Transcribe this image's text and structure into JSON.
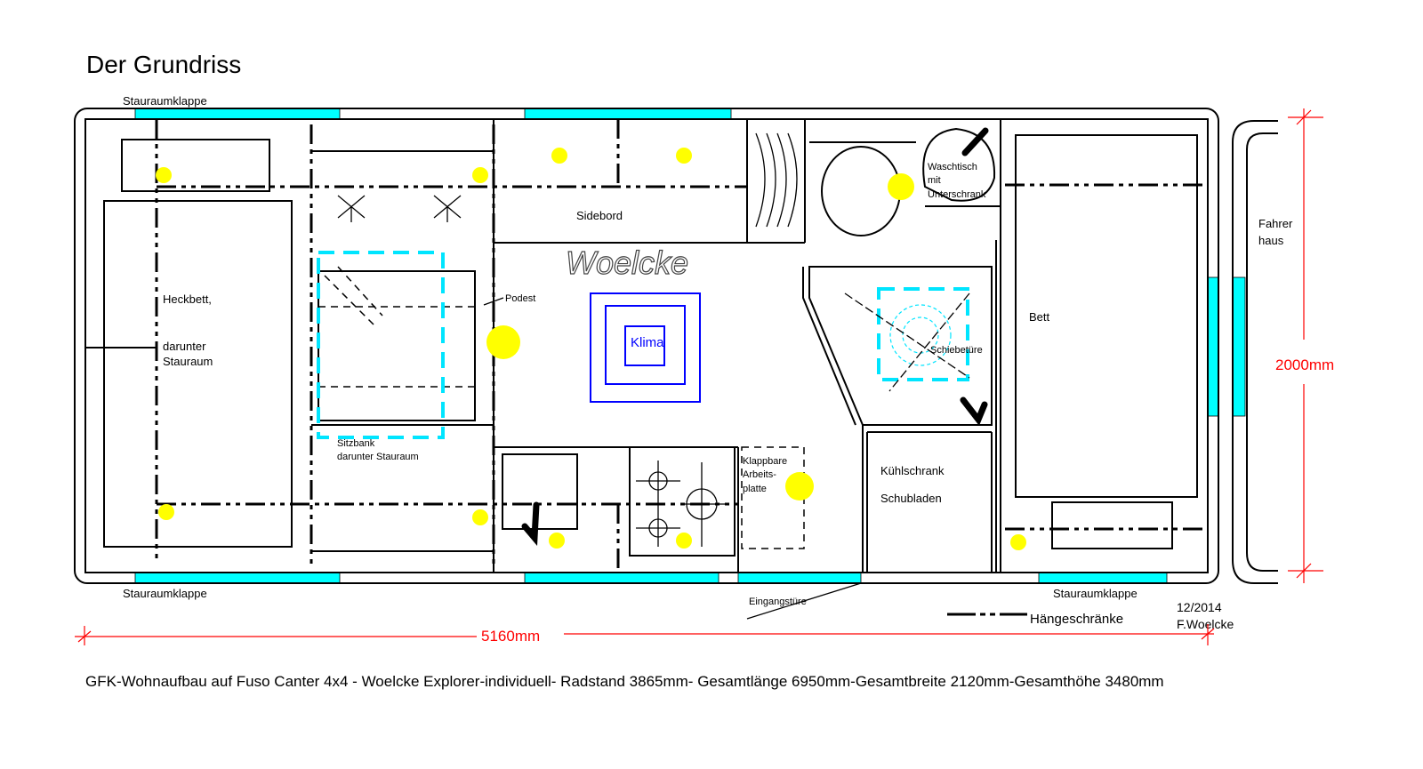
{
  "title": "Der Grundriss",
  "labels": {
    "stauraumklappe_top": "Stauraumklappe",
    "stauraumklappe_bottom_left": "Stauraumklappe",
    "stauraumklappe_bottom_right": "Stauraumklappe",
    "heckbett": "Heckbett,",
    "darunter": "darunter",
    "stauraum": "Stauraum",
    "sidebord": "Sidebord",
    "podest": "Podest",
    "klima": "Klima",
    "sitzbank": "Sitzbank",
    "sitzbank_sub": "darunter Stauraum",
    "klappbare": "Klappbare",
    "arbeits": "Arbeits-",
    "platte": "platte",
    "kuehlschrank": "Kühlschrank",
    "schubladen": "Schubladen",
    "waschtisch": "Waschtisch",
    "mit": "mit",
    "unterschrank": "Unterschrank",
    "schiebetuere": "Schiebetüre",
    "bett": "Bett",
    "fahrer": "Fahrer",
    "haus": "haus",
    "eingangstuere": "Eingangstüre",
    "haengeschraenke": "Hängeschränke",
    "date": "12/2014",
    "author": "F.Woelcke"
  },
  "logo": "Woelcke",
  "dimensions": {
    "length": "5160mm",
    "width": "2000mm"
  },
  "caption": "GFK-Wohnaufbau auf Fuso Canter 4x4 - Woelcke Explorer-individuell- Radstand 3865mm- Gesamtlänge 6950mm-Gesamtbreite 2120mm-Gesamthöhe 3480mm",
  "colors": {
    "storage_hatch": "#00ffff",
    "lights": "#ffff00",
    "dimension": "#ff0000",
    "klima": "#0000ff"
  }
}
